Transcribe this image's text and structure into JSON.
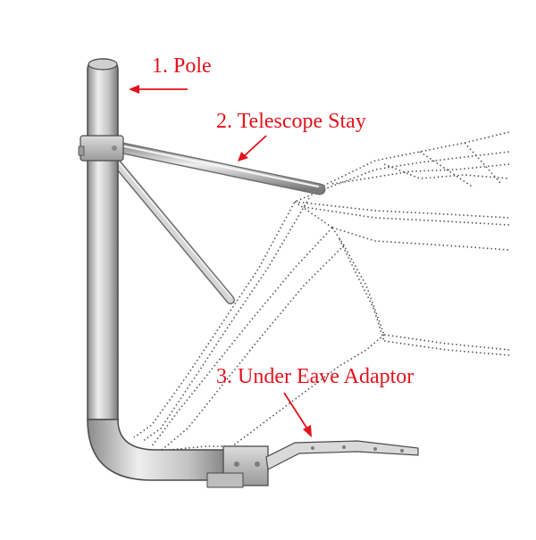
{
  "colors": {
    "label": "#e3121b",
    "metal_light": "#e6e6e6",
    "metal_mid": "#bdbdbd",
    "metal_dark": "#7c7c7c",
    "outline": "#4a4a4a",
    "dotted_roof": "#555555"
  },
  "labels": {
    "pole": "1. Pole",
    "telescope_stay": "2. Telescope Stay",
    "under_eave_adaptor": "3. Under Eave Adaptor"
  }
}
